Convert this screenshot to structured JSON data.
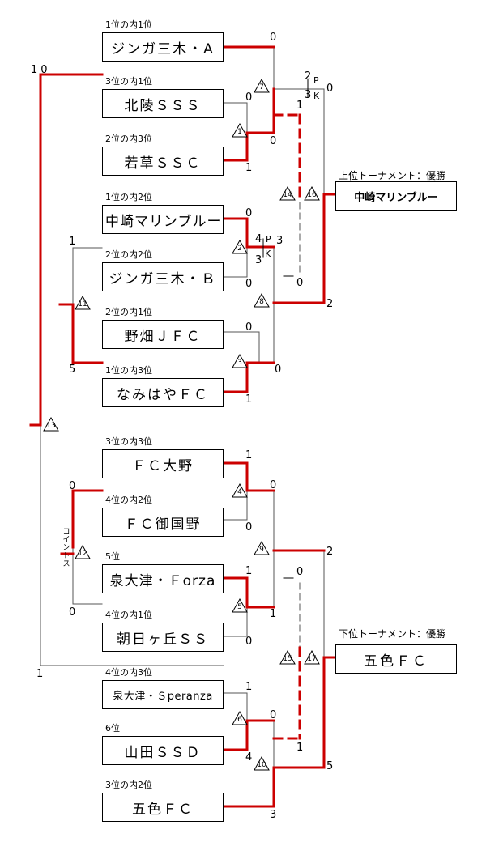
{
  "teams": [
    {
      "seed": "1位の内1位",
      "name": "ジンガ三木・A"
    },
    {
      "seed": "3位の内1位",
      "name": "北陵ＳＳＳ"
    },
    {
      "seed": "2位の内3位",
      "name": "若草ＳＳＣ"
    },
    {
      "seed": "1位の内2位",
      "name": "中崎マリンブルー"
    },
    {
      "seed": "2位の内2位",
      "name": "ジンガ三木・Ｂ"
    },
    {
      "seed": "2位の内1位",
      "name": "野畑ＪＦＣ"
    },
    {
      "seed": "1位の内3位",
      "name": "なみはやＦＣ"
    },
    {
      "seed": "3位の内3位",
      "name": "ＦＣ大野"
    },
    {
      "seed": "4位の内2位",
      "name": "ＦＣ御国野"
    },
    {
      "seed": "5位",
      "name": "泉大津・Ｆorza"
    },
    {
      "seed": "4位の内1位",
      "name": "朝日ヶ丘ＳＳ"
    },
    {
      "seed": "4位の内3位",
      "name": "泉大津・Ｓperanza"
    },
    {
      "seed": "6位",
      "name": "山田ＳＳＤ"
    },
    {
      "seed": "3位の内2位",
      "name": "五色ＦＣ"
    }
  ],
  "match_numbers": [
    "1",
    "2",
    "3",
    "4",
    "5",
    "6",
    "7",
    "8",
    "9",
    "10",
    "11",
    "12",
    "13",
    "14",
    "15",
    "16",
    "17"
  ],
  "scores": {
    "m1_top": "0",
    "m1_bot": "1",
    "m7_top": "0",
    "m7_bot": "0",
    "m2_top": "0",
    "m2_bot": "0",
    "m3_top": "0",
    "m3_bot": "1",
    "m8_top": "3",
    "m8_bot": "0",
    "m16_top": "0",
    "m16_bot": "2",
    "m14_left": "1",
    "m14_right": "0",
    "m4_top": "1",
    "m4_bot": "0",
    "m5_top": "1",
    "m5_bot": "0",
    "m9_top": "0",
    "m9_bot": "1",
    "m6_top": "1",
    "m6_bot": "4",
    "m10_top": "0",
    "m10_bot": "3",
    "m17_top": "2",
    "m17_bot": "5",
    "m15_top": "0",
    "m15_bot": "1",
    "m11_top": "1",
    "m11_bot": "5",
    "m12_top": "0",
    "m12_bot": "0",
    "m13_top": "10",
    "m13_bot": "1"
  },
  "pk": {
    "m16_top_pk": "2",
    "m16_bot_pk": "3",
    "m16_p": "P",
    "m16_k": "K",
    "m8_top_pk": "4",
    "m8_bot_pk": "3",
    "m8_p": "P",
    "m8_k": "K"
  },
  "coin_toss": "コイントス",
  "upper": {
    "label": "上位トーナメント：優勝",
    "winner": "中崎マリンブルー"
  },
  "lower": {
    "label": "下位トーナメント：優勝",
    "winner": "五色ＦＣ"
  },
  "colors": {
    "win": "#cc0000",
    "line": "#555555"
  }
}
